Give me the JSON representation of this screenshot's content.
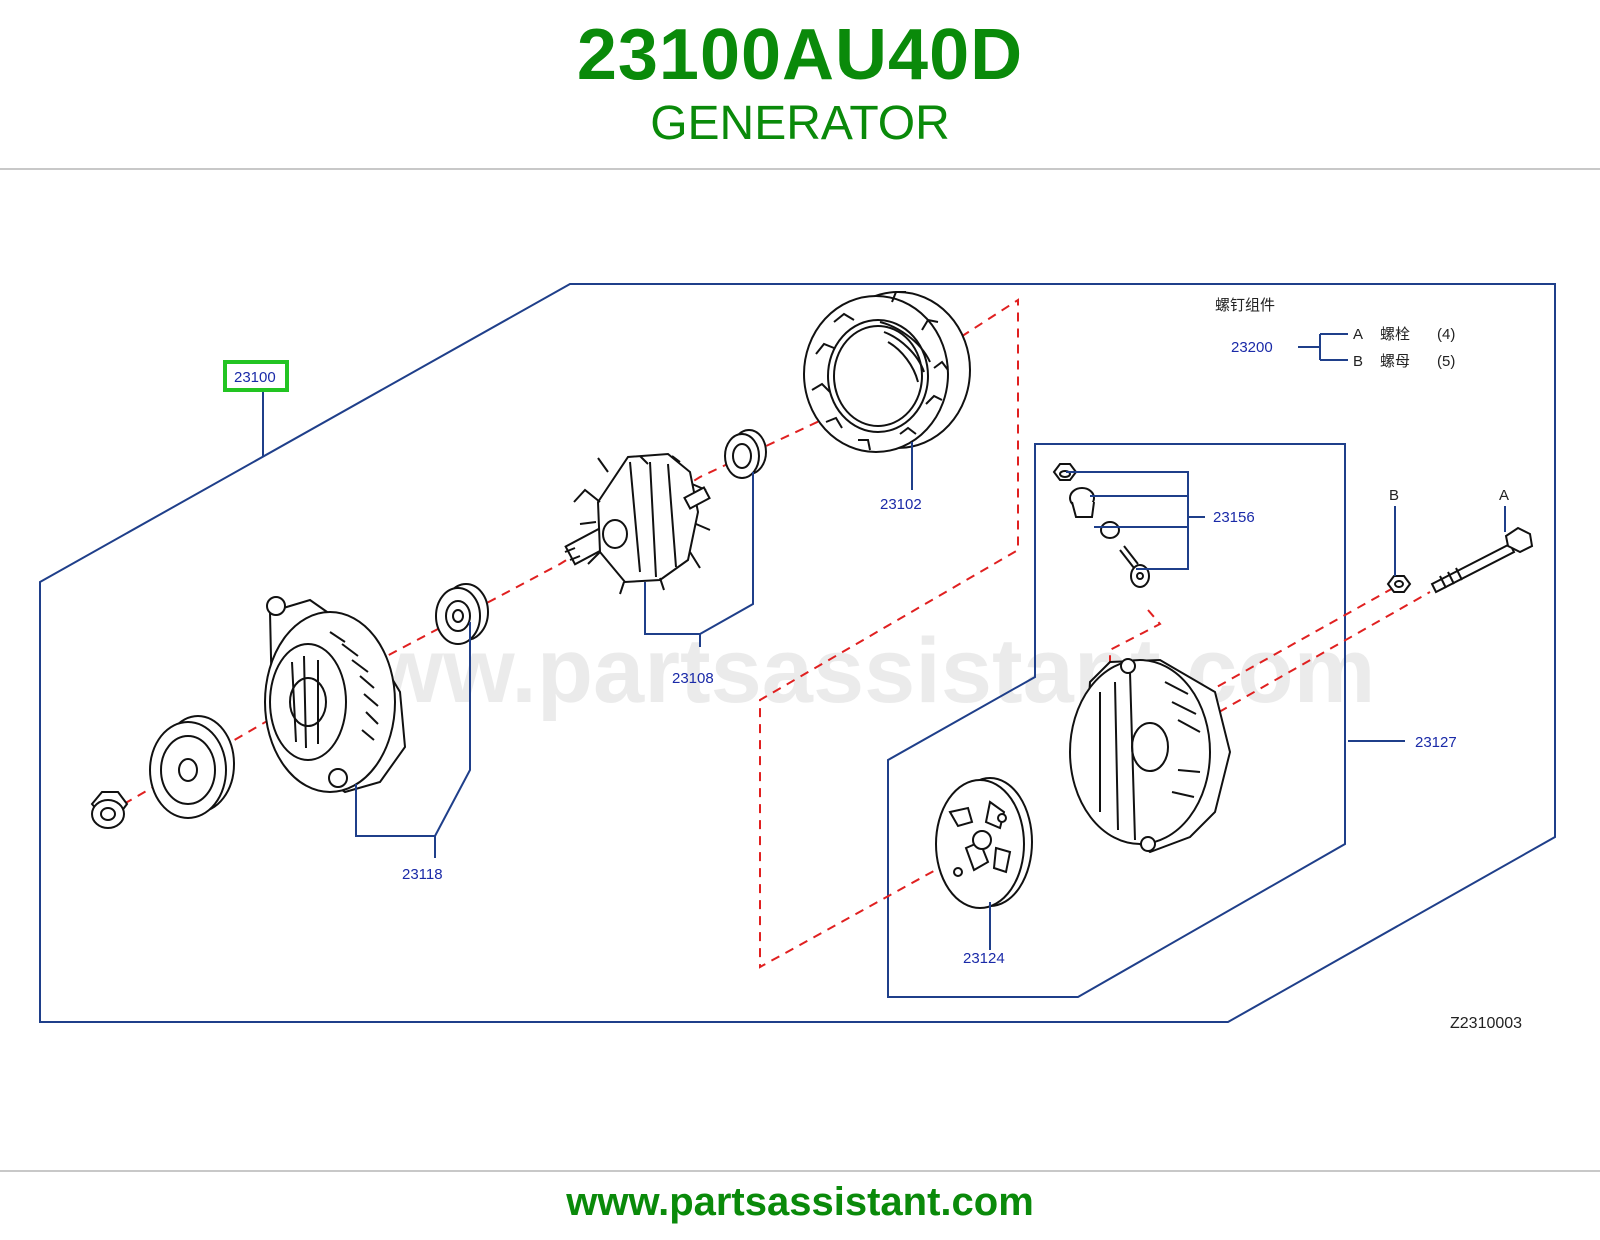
{
  "header": {
    "part_number": "23100AU40D",
    "part_name": "GENERATOR"
  },
  "diagram": {
    "watermark": "www.partsassistant.com",
    "figure_code": "Z2310003",
    "colors": {
      "title_green": "#0a8a0a",
      "callout_blue": "#1a2aa8",
      "frame_blue": "#1f3f8a",
      "dash_red": "#e02020",
      "highlight_green": "#22c422"
    },
    "callouts": {
      "main": "23100",
      "stator": "23102",
      "rotor": "23108",
      "front_bracket": "23118",
      "terminal_parts": "23156",
      "rear_bracket": "23127",
      "rear_cover": "23124",
      "screw_set": "23200"
    },
    "legend": {
      "title": "螺钉组件",
      "items": [
        {
          "letter": "A",
          "name": "螺栓",
          "qty": "(4)"
        },
        {
          "letter": "B",
          "name": "螺母",
          "qty": "(5)"
        }
      ]
    },
    "fastener_labels": {
      "bolt": "A",
      "nut": "B"
    }
  },
  "footer": {
    "url": "www.partsassistant.com"
  }
}
